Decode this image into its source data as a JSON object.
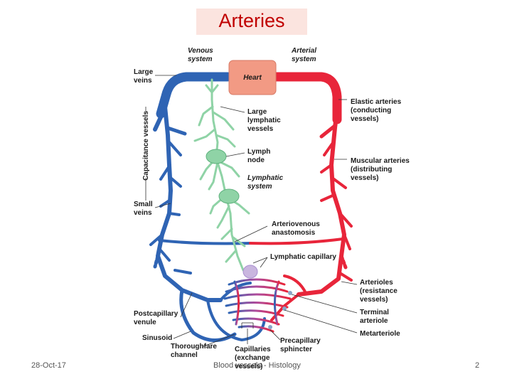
{
  "slide": {
    "title": "Arteries",
    "date": "28-Oct-17",
    "footer": "Blood vessels - Histology",
    "page_number": "2"
  },
  "colors": {
    "venous": "#2f64b4",
    "arterial": "#e8253a",
    "lymphatic": "#8fd3a6",
    "heart": "#f29a84",
    "title": "#c00000",
    "title_bg": "#fbe4df"
  },
  "diagram": {
    "heart": "Heart",
    "venous_system": [
      "Venous",
      "system"
    ],
    "arterial_system": [
      "Arterial",
      "system"
    ],
    "left_labels": {
      "large_veins": [
        "Large",
        "veins"
      ],
      "capacitance": "Capacitance vessels",
      "small_veins": [
        "Small",
        "veins"
      ],
      "postcapillary": [
        "Postcapillary",
        "venule"
      ],
      "sinusoid": "Sinusoid",
      "thoroughfare": [
        "Thoroughfare",
        "channel"
      ]
    },
    "center_labels": {
      "large_lymphatic": [
        "Large",
        "lymphatic",
        "vessels"
      ],
      "lymph_node": [
        "Lymph",
        "node"
      ],
      "lymphatic_system": [
        "Lymphatic",
        "system"
      ],
      "arteriovenous": [
        "Arteriovenous",
        "anastomosis"
      ],
      "lymphatic_capillary": "Lymphatic capillary",
      "capillaries": [
        "Capillaries",
        "(exchange",
        "vessels)"
      ],
      "precapillary": [
        "Precapillary",
        "sphincter"
      ]
    },
    "right_labels": {
      "elastic": [
        "Elastic arteries",
        "(conducting",
        "vessels)"
      ],
      "muscular": [
        "Muscular arteries",
        "(distributing",
        "vessels)"
      ],
      "arterioles": [
        "Arterioles",
        "(resistance",
        "vessels)"
      ],
      "terminal": [
        "Terminal",
        "arteriole"
      ],
      "metarteriole": "Metarteriole"
    }
  }
}
